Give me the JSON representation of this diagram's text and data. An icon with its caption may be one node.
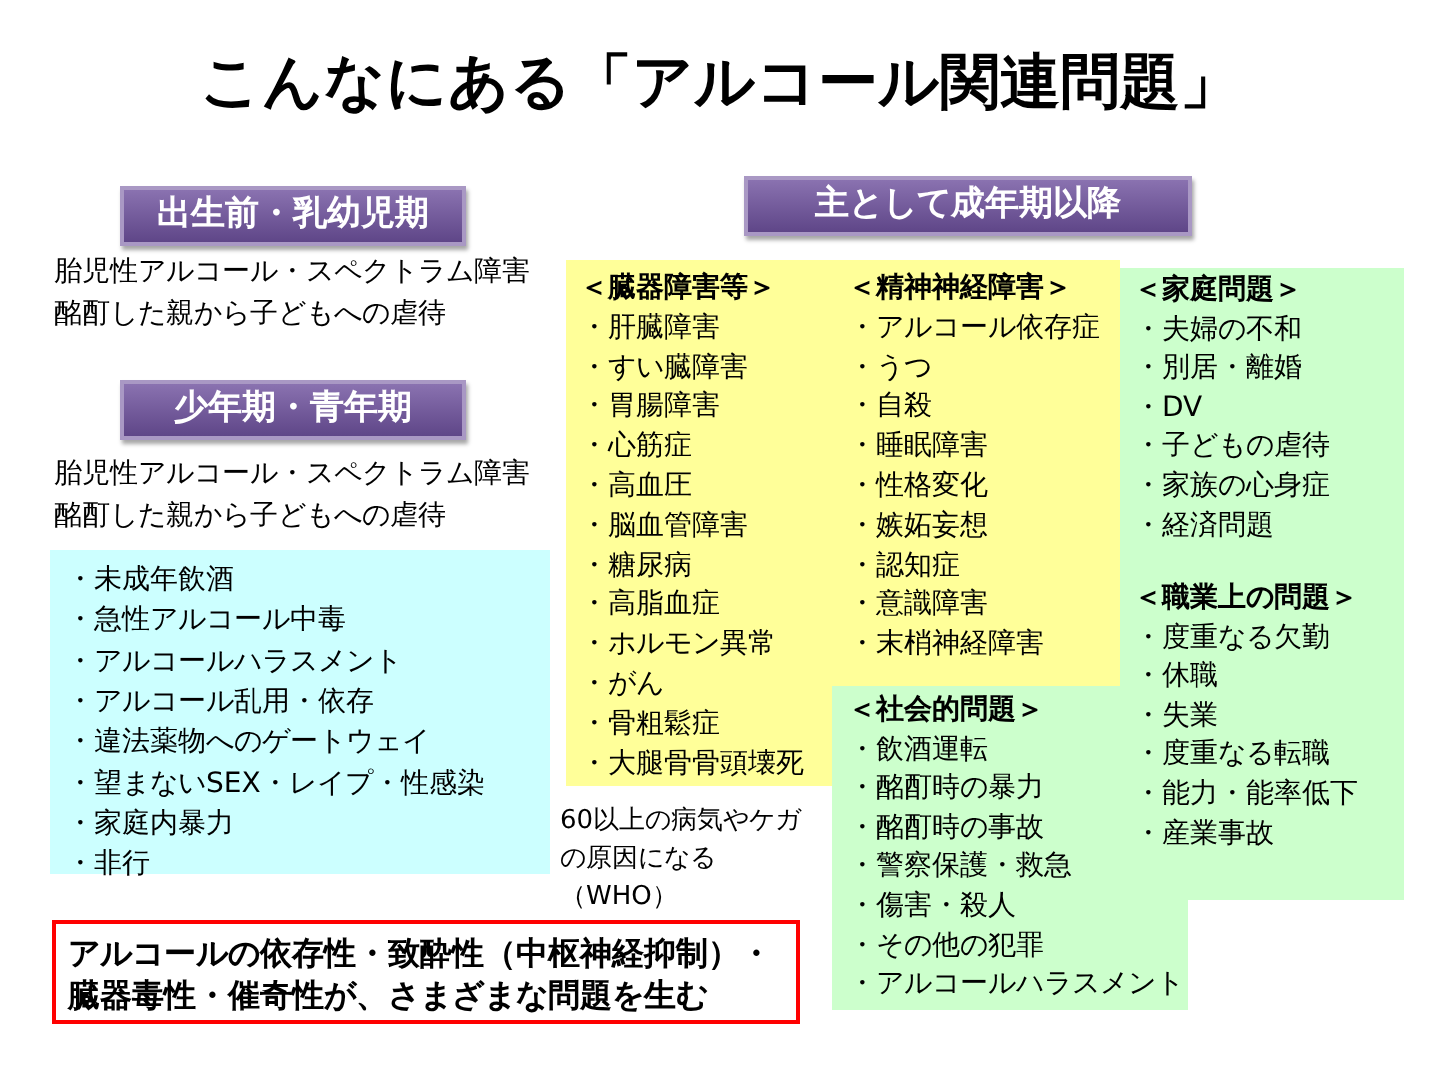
{
  "diagram": {
    "title": "こんなにある「アルコール関連問題」",
    "nodes": [
      {
        "text": [
          "出生前・乳幼児期"
        ]
      },
      {
        "text": [
          "少年期・青年期"
        ]
      },
      {
        "text": [
          "主として成年期以降"
        ]
      },
      {
        "text": [
          "・未成年飲酒",
          "・急性アルコール中毒",
          "・アルコールハラスメント",
          "・アルコール乱用・依存",
          "・違法薬物へのゲートウェイ",
          "・望まないSEX・レイプ・性感染",
          "・家庭内暴力",
          "・非行"
        ]
      },
      {
        "text": [
          "＜臓器障害等＞",
          "・肝臓障害",
          "・すい臓障害",
          "・胃腸障害",
          "・心筋症",
          "・高血圧",
          "・脳血管障害",
          "・糖尿病",
          "・高脂血症",
          "・ホルモン異常",
          "・がん",
          "・骨粗鬆症",
          "・大腿骨骨頭壊死",
          "＜精神神経障害＞",
          "・アルコール依存症",
          "・うつ",
          "・自殺",
          "・睡眠障害",
          "・性格変化",
          "・嫉妬妄想",
          "・認知症",
          "・意識障害",
          "・末梢神経障害"
        ]
      },
      {
        "text": [
          "＜家庭問題＞",
          "・夫婦の不和",
          "・別居・離婚",
          "・DV",
          "・子どもの虐待",
          "・家族の心身症",
          "・経済問題",
          "＜職業上の問題＞",
          "・度重なる欠勤",
          "・休職",
          "・失業",
          "・度重なる転職",
          "・能力・能率低下",
          "・産業事故",
          "＜社会的問題＞",
          "・飲酒運転",
          "・酩酊時の暴力",
          "・酩酊時の事故",
          "・警察保護・救急",
          "・傷害・殺人",
          "・その他の犯罪",
          "・アルコールハラスメント"
        ]
      },
      {
        "text": [
          "アルコールの依存性・致酔性（中枢神経抑制）・臓器毒性・催奇性が、さまざまな問題を生む"
        ]
      }
    ],
    "labels": [
      "胎児性アルコール・スペクトラム障害",
      "酩酊した親から子どもへの虐待",
      "胎児性アルコール・スペクトラム障害",
      "酩酊した親から子どもへの虐待",
      "60以上の病気やケガの原因になる（WHO）"
    ]
  }
}
